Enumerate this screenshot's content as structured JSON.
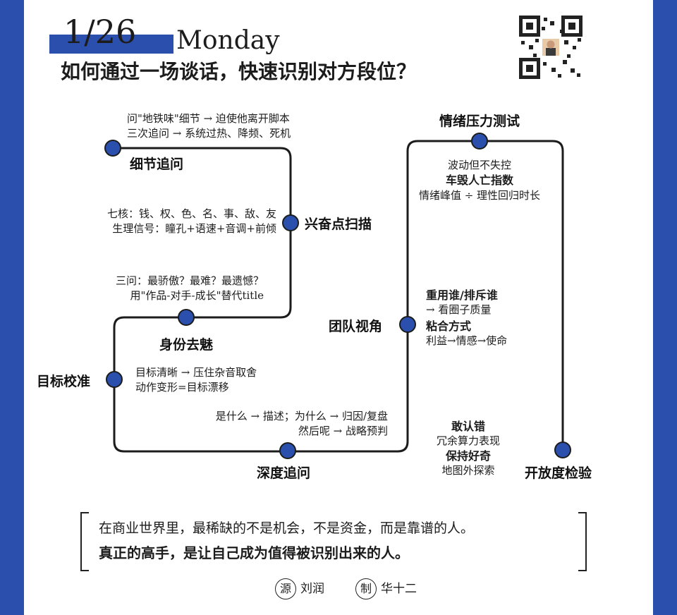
{
  "header": {
    "date": "1/26",
    "weekday": "Monday",
    "title": "如何通过一场谈话，快速识别对方段位？"
  },
  "nodes": [
    {
      "id": "detail",
      "label": "细节追问",
      "notes": [
        "问\"地铁味\"细节 → 迫使他离开脚本",
        "三次追问 → 系统过热、降频、死机"
      ]
    },
    {
      "id": "excite",
      "label": "兴奋点扫描",
      "notes": [
        "七核：钱、权、色、名、事、敌、友",
        "生理信号：瞳孔+语速+音调+前倾"
      ]
    },
    {
      "id": "identity",
      "label": "身份去魅",
      "notes": [
        "三问：最骄傲？最难？最遗憾？",
        "用\"作品-对手-成长\"替代title"
      ]
    },
    {
      "id": "goal",
      "label": "目标校准",
      "notes": [
        "目标清晰 → 压住杂音取舍",
        "动作变形=目标漂移"
      ]
    },
    {
      "id": "depth",
      "label": "深度追问",
      "notes": [
        "是什么 → 描述；为什么 → 归因/复盘",
        "然后呢 → 战略预判"
      ]
    },
    {
      "id": "team",
      "label": "团队视角",
      "notes": [
        "重用谁/排斥谁",
        "→ 看圈子质量",
        "粘合方式",
        "利益→情感→使命"
      ]
    },
    {
      "id": "emotion",
      "label": "情绪压力测试",
      "notes": [
        "波动但不失控",
        "车毁人亡指数",
        "情绪峰值 ÷ 理性回归时长"
      ]
    },
    {
      "id": "open",
      "label": "开放度检验",
      "notes": [
        "敢认错",
        "冗余算力表现",
        "保持好奇",
        "地图外探索"
      ]
    }
  ],
  "quote": {
    "line1": "在商业世界里，最稀缺的不是机会，不是资金，而是靠谱的人。",
    "line2": "真正的高手，是让自己成为值得被识别出来的人。"
  },
  "credits": {
    "source_mark": "源",
    "source_name": "刘润",
    "maker_mark": "制",
    "maker_name": "华十二"
  },
  "colors": {
    "accent": "#2a4fad",
    "line": "#1c1c1c",
    "dot": "#2a4fad"
  }
}
